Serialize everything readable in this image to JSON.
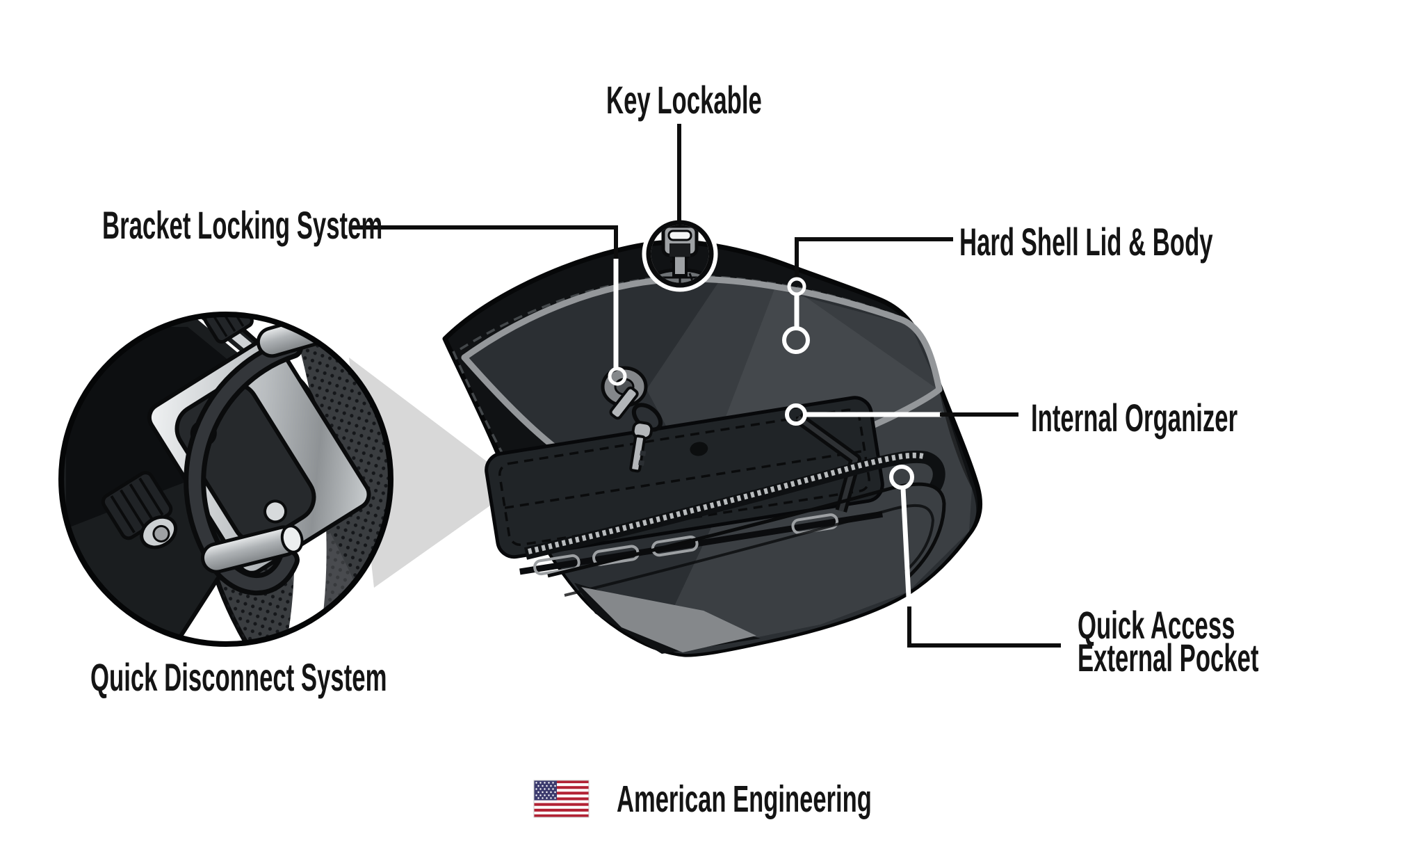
{
  "diagram": {
    "title_region": "saddlebag-features-infographic",
    "callouts": {
      "key_lockable": "Key Lockable",
      "bracket_locking_system": "Bracket Locking System",
      "hard_shell_lid_body": "Hard Shell Lid & Body",
      "internal_organizer": "Internal Organizer",
      "quick_access_line1": "Quick Access",
      "quick_access_line2": "External Pocket",
      "quick_disconnect_system": "Quick Disconnect System"
    },
    "footer": {
      "flag_icon": "usa-flag-icon",
      "text": "American Engineering"
    },
    "icons": {
      "lock_key_icon": "key-in-lock-icon",
      "keys_icon": "keys-hanging-from-keyhole-icon",
      "zoom_inset": "quick-disconnect-bracket-closeup"
    },
    "colors": {
      "background": "#ffffff",
      "label_text": "#141414",
      "bag_lid": "#101214",
      "bag_face": "#2b2f33",
      "piping": "#94979a",
      "callout_black": "#0d0d0d",
      "callout_white": "#ffffff",
      "beam_gray": "#d8d8d8",
      "flag_red": "#B22234",
      "flag_blue": "#3C3B6E"
    }
  }
}
